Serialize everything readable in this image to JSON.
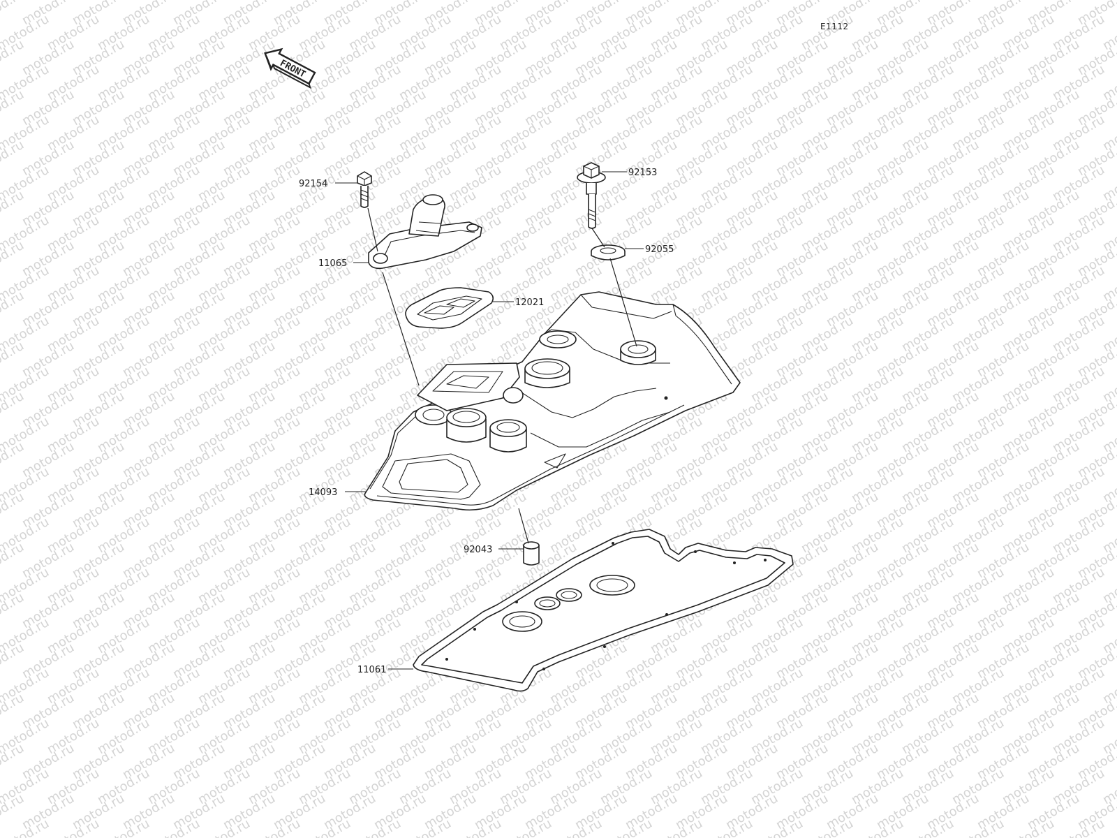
{
  "diagram_code": "E1112",
  "front_label": "FRONT",
  "watermark": "motod.ru",
  "parts": [
    {
      "id": "92154",
      "label": "92154"
    },
    {
      "id": "11065",
      "label": "11065"
    },
    {
      "id": "12021",
      "label": "12021"
    },
    {
      "id": "92153",
      "label": "92153"
    },
    {
      "id": "92055",
      "label": "92055"
    },
    {
      "id": "14093",
      "label": "14093"
    },
    {
      "id": "92043",
      "label": "92043"
    },
    {
      "id": "11061",
      "label": "11061"
    }
  ]
}
